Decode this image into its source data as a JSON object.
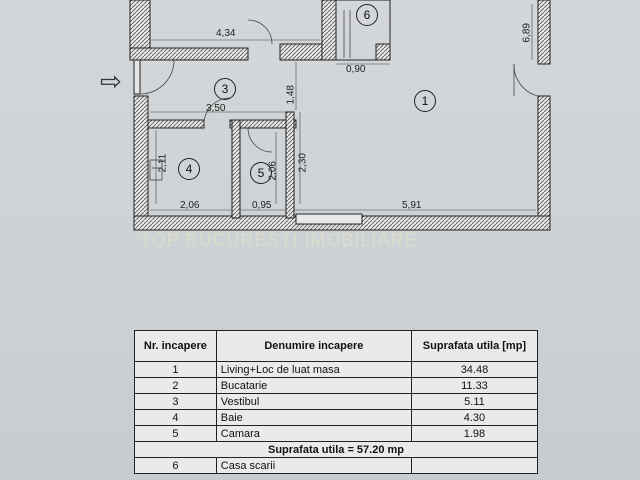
{
  "plan": {
    "dimensions": {
      "d434": "4,34",
      "d090": "0,90",
      "d689": "6,89",
      "d148": "1,48",
      "d350": "3,50",
      "d211": "2,11",
      "d206v": "2,06",
      "d230": "2,30",
      "d206": "2,06",
      "d095": "0,95",
      "d591": "5,91"
    },
    "rooms": {
      "r1": "1",
      "r3": "3",
      "r4": "4",
      "r5": "5",
      "r6": "6"
    },
    "entry_arrow": "⇨",
    "watermark": "TOP BUCURESTI IMOBILIARE"
  },
  "table": {
    "headers": {
      "nr": "Nr. incapere",
      "denumire": "Denumire incapere",
      "suprafata": "Suprafata utila [mp]"
    },
    "rows": [
      {
        "nr": "1",
        "name": "Living+Loc de luat masa",
        "area": "34.48"
      },
      {
        "nr": "2",
        "name": "Bucatarie",
        "area": "11.33"
      },
      {
        "nr": "3",
        "name": "Vestibul",
        "area": "5.11"
      },
      {
        "nr": "4",
        "name": "Baie",
        "area": "4.30"
      },
      {
        "nr": "5",
        "name": "Camara",
        "area": "1.98"
      }
    ],
    "total": "Suprafata utila = 57.20 mp",
    "extra": {
      "nr": "6",
      "name": "Casa scarii"
    }
  }
}
